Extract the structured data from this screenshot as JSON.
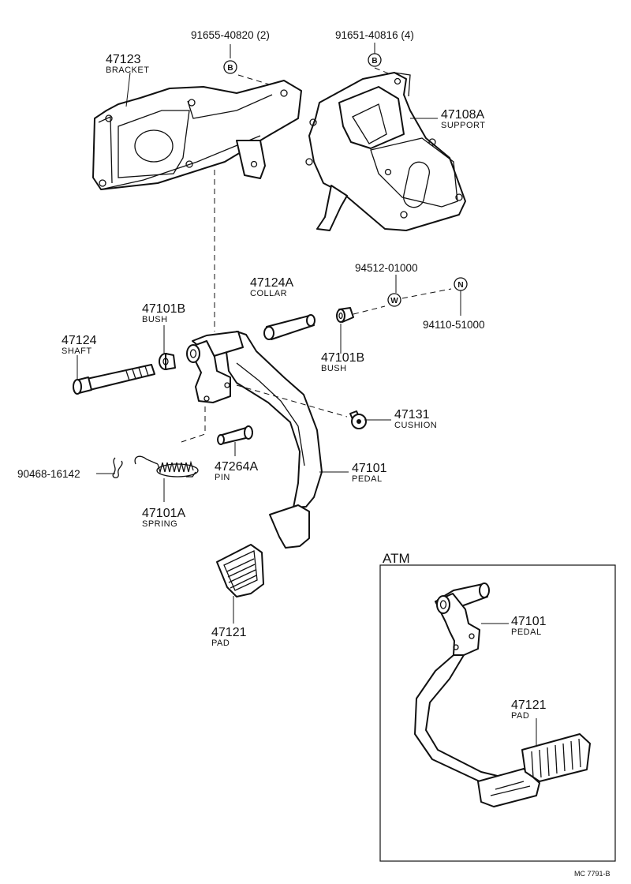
{
  "title": "",
  "drawing_code": "MC 7791-B",
  "parts": [
    {
      "key": "bracket",
      "number": "47123",
      "name": "BRACKET"
    },
    {
      "key": "support",
      "number": "47108A",
      "name": "SUPPORT"
    },
    {
      "key": "collar",
      "number": "47124A",
      "name": "COLLAR"
    },
    {
      "key": "bush_left",
      "number": "47101B",
      "name": "BUSH"
    },
    {
      "key": "bush_right",
      "number": "47101B",
      "name": "BUSH"
    },
    {
      "key": "shaft",
      "number": "47124",
      "name": "SHAFT"
    },
    {
      "key": "cushion",
      "number": "47131",
      "name": "CUSHION"
    },
    {
      "key": "pin",
      "number": "47264A",
      "name": "PIN"
    },
    {
      "key": "pedal",
      "number": "47101",
      "name": "PEDAL"
    },
    {
      "key": "spring",
      "number": "47101A",
      "name": "SPRING"
    },
    {
      "key": "pad",
      "number": "47121",
      "name": "PAD"
    }
  ],
  "fasteners": [
    {
      "key": "bolt_b_left",
      "code": "91655-40820 (2)",
      "symbol": "B"
    },
    {
      "key": "bolt_b_right",
      "code": "91651-40816 (4)",
      "symbol": "B"
    },
    {
      "key": "washer_w",
      "code": "94512-01000",
      "symbol": "W"
    },
    {
      "key": "nut_n",
      "code": "94110-51000",
      "symbol": "N"
    },
    {
      "key": "clip",
      "code": "90468-16142",
      "symbol": ""
    }
  ],
  "inset": {
    "label": "ATM",
    "parts": [
      {
        "key": "atm_pedal",
        "number": "47101",
        "name": "PEDAL"
      },
      {
        "key": "atm_pad",
        "number": "47121",
        "name": "PAD"
      }
    ]
  }
}
